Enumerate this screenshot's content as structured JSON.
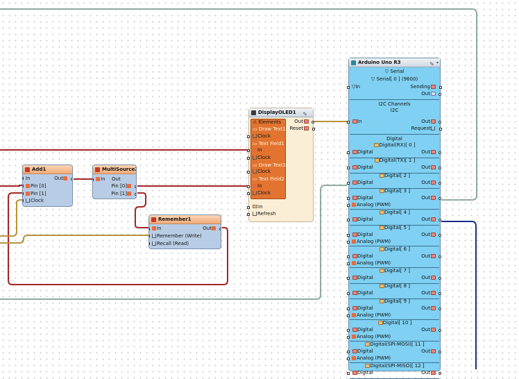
{
  "add": {
    "title": "Add1",
    "in": "In",
    "pin0": "Pin [0]",
    "pin1": "Pin [1]",
    "clock": "Clock",
    "out": "Out"
  },
  "multisource": {
    "title": "MultiSource2",
    "in": "In",
    "out": "Out",
    "pin0": "Pin [0]",
    "pin1": "Pin [1]"
  },
  "remember": {
    "title": "Remember1",
    "in": "In",
    "out": "Out",
    "remember_write": "Remember (Write)",
    "recall_read": "Recall (Read)"
  },
  "oled": {
    "title": "DisplayOLED1",
    "elements": "Elements",
    "draw_text1": "Draw Text1",
    "clock": "Clock",
    "text_field1": "Text Field1",
    "in": "In",
    "draw_text2": "Draw Text2",
    "text_field2": "Text Field2",
    "out": "Out",
    "reset": "Reset",
    "refresh": "Refresh"
  },
  "arduino": {
    "title": "Arduino Uno R3",
    "serial": "Serial",
    "serial0": "Serial[ 0 ] (9600",
    "in": "In",
    "sending": "Sending",
    "out": "Out",
    "i2c_channels": "I2C Channels",
    "i2c": "I2C",
    "request": "Request",
    "digital": "Digital",
    "analog_pwm": "Analog (PWM)",
    "channels": [
      "Digital(RX)[ 0 ]",
      "Digital(TX)[ 1 ]",
      "Digital[ 2 ]",
      "Digital[ 3 ]",
      "Digital[ 4 ]",
      "Digital[ 5 ]",
      "Digital[ 6 ]",
      "Digital[ 7 ]",
      "Digital[ 8 ]",
      "Digital[ 9 ]",
      "Digital[ 10 ]",
      "Digital(SPI-MOSI)[ 11 ]",
      "Digital(SPI-MISO)[ 12 ]"
    ]
  },
  "colors": {
    "wire_red": "#a32626",
    "wire_gold": "#b8933a",
    "wire_gray": "#8faaa0",
    "wire_navy": "#1c2b8a",
    "arduino_bg": "#7fd0f2",
    "header": "#f2ab78"
  }
}
